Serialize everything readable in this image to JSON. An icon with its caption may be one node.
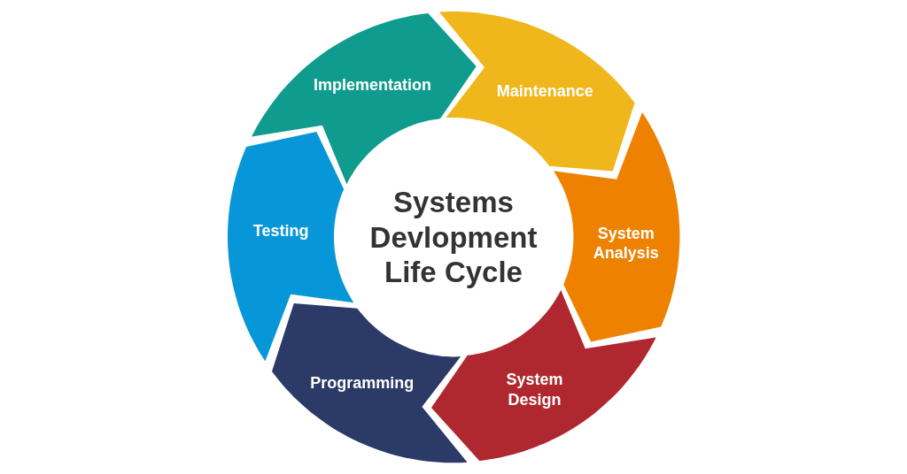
{
  "diagram": {
    "nodes": [
      {
        "text": [
          "Implementation"
        ]
      },
      {
        "text": [
          "Maintenance"
        ]
      },
      {
        "text": [
          "System Analysis"
        ]
      },
      {
        "text": [
          "System Design"
        ]
      },
      {
        "text": [
          "Programming"
        ]
      },
      {
        "text": [
          "Testing"
        ]
      },
      {
        "text": [
          "Systems Devlopment Life Cycle"
        ]
      }
    ]
  }
}
